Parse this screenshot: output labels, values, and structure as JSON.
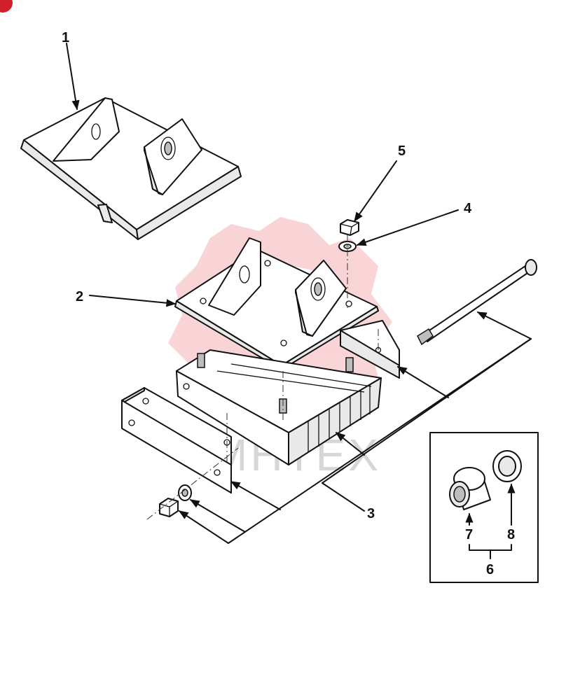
{
  "callouts": {
    "c1": "1",
    "c2": "2",
    "c3": "3",
    "c4": "4",
    "c5": "5",
    "c6": "6",
    "c7": "7",
    "c8": "8"
  },
  "watermark": {
    "text": "MHTEX"
  },
  "colors": {
    "line": "#111111",
    "watermark_logo": "#e8404a",
    "badge": "#d0202a"
  },
  "icons": {
    "corner_badge": "red-corner-badge-icon",
    "watermark_logo": "gear-logo-watermark-icon"
  }
}
